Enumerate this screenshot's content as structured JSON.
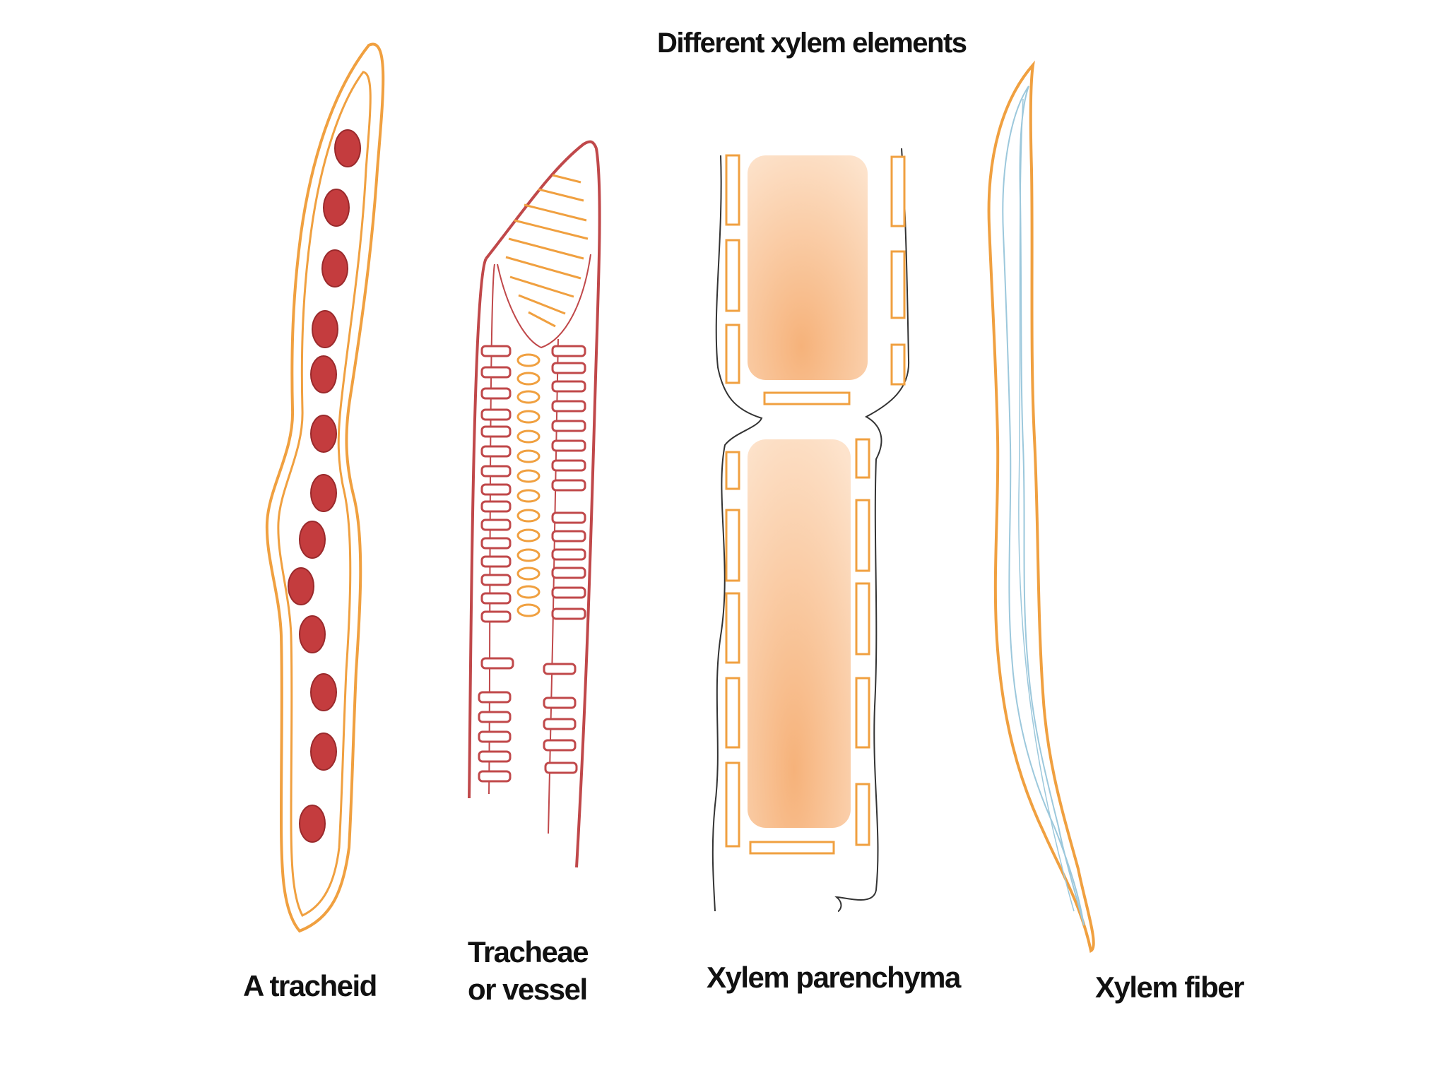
{
  "title": "Different xylem elements",
  "labels": {
    "tracheid": "A tracheid",
    "tracheae_line1": "Tracheae",
    "tracheae_line2": "or vessel",
    "parenchyma": "Xylem parenchyma",
    "fiber": "Xylem fiber"
  },
  "colors": {
    "background": "#ffffff",
    "orange_outline": "#f0a040",
    "red_outline": "#c0484a",
    "pit_fill": "#c43c3e",
    "pit_stroke": "#9a2a2c",
    "cell_fill_light": "#fde3cc",
    "cell_fill_dark": "#f6b27a",
    "dark_line": "#333333",
    "fiber_inner": "#9cc8dc",
    "label_text": "#111111"
  }
}
